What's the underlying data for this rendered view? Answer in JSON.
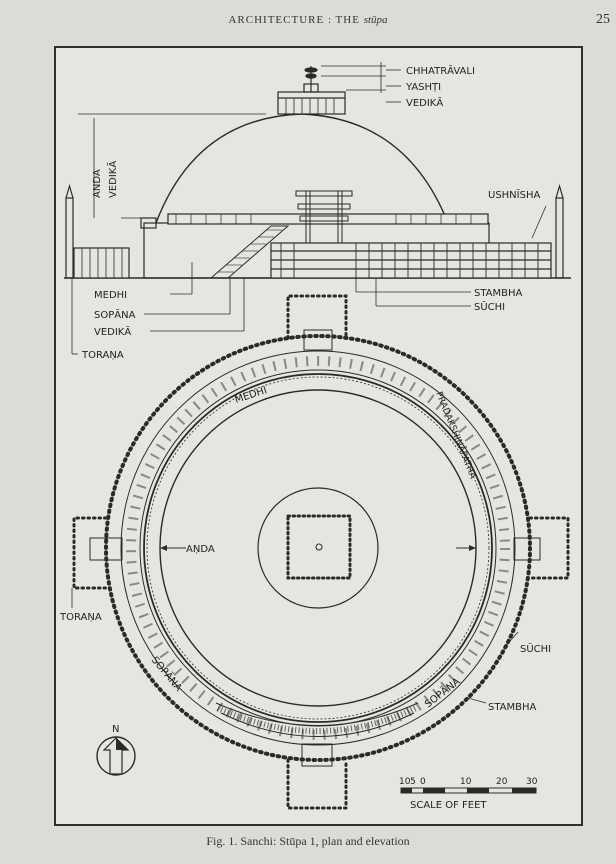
{
  "header": {
    "running_title": "ARCHITECTURE : THE",
    "running_title_italic": "stūpa",
    "page_number": "25"
  },
  "elevation": {
    "labels": {
      "chhatravali": "CHHATRĀVALI",
      "yashti": "YASHṬI",
      "vedika_top": "VEDIKĀ",
      "anda": "ANDA",
      "vedika_left": "VEDIKĀ",
      "ushnisha": "USHNĪSHA",
      "medhi": "MEDHI",
      "sopana": "SOPĀNA",
      "vedika_bottom": "VEDIKĀ",
      "torana": "TORAṆA",
      "stambha": "STAMBHA",
      "suchi": "SŪCHI"
    }
  },
  "plan": {
    "labels": {
      "medhi": "MEDHI",
      "pradakshinapatha": "PRADAKSHINĀPATHA",
      "anda": "AṆDA",
      "torana": "TORAṆA",
      "suchi": "SŪCHI",
      "sopana_left": "SOPĀNA",
      "sopana_right": "SOPĀNA",
      "stambha": "STAMBHA"
    },
    "north_label": "N",
    "scale": {
      "ticks": [
        "10",
        "5",
        "0",
        "10",
        "20",
        "30"
      ],
      "label": "SCALE OF FEET"
    }
  },
  "caption": "Fig. 1. Sanchi: Stūpa 1, plan and elevation"
}
